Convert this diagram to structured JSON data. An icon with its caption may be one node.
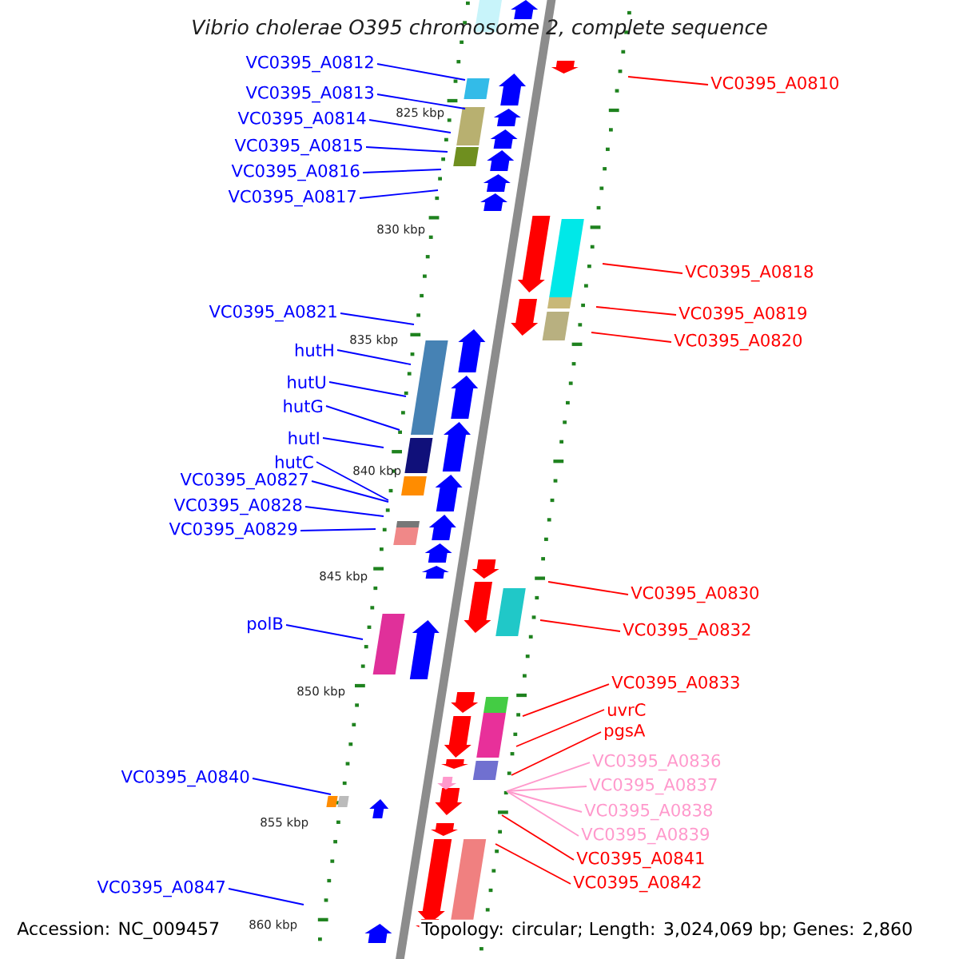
{
  "diagram": {
    "title": "Vibrio cholerae O395 chromosome 2, complete sequence",
    "nodes": [
      {
        "text": [
          "VC0395_A0812"
        ]
      },
      {
        "text": [
          "VC0395_A0813"
        ]
      },
      {
        "text": [
          "VC0395_A0814"
        ]
      },
      {
        "text": [
          "VC0395_A0815"
        ]
      },
      {
        "text": [
          "VC0395_A0816"
        ]
      },
      {
        "text": [
          "VC0395_A0817"
        ]
      },
      {
        "text": [
          "VC0395_A0821"
        ]
      },
      {
        "text": [
          "hutH"
        ]
      },
      {
        "text": [
          "hutU"
        ]
      },
      {
        "text": [
          "hutG"
        ]
      },
      {
        "text": [
          "hutI"
        ]
      },
      {
        "text": [
          "hutC"
        ]
      },
      {
        "text": [
          "VC0395_A0827"
        ]
      },
      {
        "text": [
          "VC0395_A0828"
        ]
      },
      {
        "text": [
          "VC0395_A0829"
        ]
      },
      {
        "text": [
          "polB"
        ]
      },
      {
        "text": [
          "VC0395_A0840"
        ]
      },
      {
        "text": [
          "VC0395_A0847"
        ]
      },
      {
        "text": [
          "VC0395_A0810"
        ]
      },
      {
        "text": [
          "VC0395_A0818"
        ]
      },
      {
        "text": [
          "VC0395_A0819"
        ]
      },
      {
        "text": [
          "VC0395_A0820"
        ]
      },
      {
        "text": [
          "VC0395_A0830"
        ]
      },
      {
        "text": [
          "VC0395_A0832"
        ]
      },
      {
        "text": [
          "VC0395_A0833"
        ]
      },
      {
        "text": [
          "uvrC"
        ]
      },
      {
        "text": [
          "pgsA"
        ]
      },
      {
        "text": [
          "VC0395_A0836"
        ]
      },
      {
        "text": [
          "VC0395_A0837"
        ]
      },
      {
        "text": [
          "VC0395_A0838"
        ]
      },
      {
        "text": [
          "VC0395_A0839"
        ]
      },
      {
        "text": [
          "VC0395_A0841"
        ]
      },
      {
        "text": [
          "VC0395_A0842"
        ]
      }
    ],
    "edges": [
      {
        "from": 0,
        "to": null,
        "arrow": "none"
      },
      {
        "from": 1,
        "to": null,
        "arrow": "none"
      },
      {
        "from": 2,
        "to": null,
        "arrow": "none"
      },
      {
        "from": 3,
        "to": null,
        "arrow": "none"
      },
      {
        "from": 4,
        "to": null,
        "arrow": "none"
      },
      {
        "from": 5,
        "to": null,
        "arrow": "none"
      },
      {
        "from": 6,
        "to": null,
        "arrow": "none"
      },
      {
        "from": 7,
        "to": null,
        "arrow": "none"
      },
      {
        "from": 8,
        "to": null,
        "arrow": "none"
      },
      {
        "from": 9,
        "to": null,
        "arrow": "none"
      },
      {
        "from": 10,
        "to": null,
        "arrow": "none"
      },
      {
        "from": 11,
        "to": null,
        "arrow": "none"
      },
      {
        "from": 12,
        "to": null,
        "arrow": "none"
      },
      {
        "from": 13,
        "to": null,
        "arrow": "none"
      },
      {
        "from": 14,
        "to": null,
        "arrow": "none"
      },
      {
        "from": 15,
        "to": null,
        "arrow": "none"
      },
      {
        "from": 16,
        "to": null,
        "arrow": "none"
      },
      {
        "from": 17,
        "to": null,
        "arrow": "none"
      },
      {
        "from": 18,
        "to": null,
        "arrow": "none",
        "color": "#ff0000"
      },
      {
        "from": 19,
        "to": null,
        "arrow": "none",
        "color": "#ff0000"
      },
      {
        "from": 20,
        "to": null,
        "arrow": "none",
        "color": "#ff0000"
      },
      {
        "from": 21,
        "to": null,
        "arrow": "none",
        "color": "#ff0000"
      },
      {
        "from": 22,
        "to": null,
        "arrow": "none",
        "color": "#ff0000"
      },
      {
        "from": 23,
        "to": null,
        "arrow": "none",
        "color": "#ff0000"
      },
      {
        "from": 24,
        "to": null,
        "arrow": "none",
        "color": "#ff0000"
      },
      {
        "from": 25,
        "to": null,
        "arrow": "none",
        "color": "#ff0000"
      },
      {
        "from": 26,
        "to": null,
        "arrow": "none",
        "color": "#ff0000"
      },
      {
        "from": 27,
        "to": null,
        "arrow": "none",
        "color": "#ff99cc"
      },
      {
        "from": 28,
        "to": null,
        "arrow": "none",
        "color": "#ff99cc"
      },
      {
        "from": 29,
        "to": null,
        "arrow": "none",
        "color": "#ff99cc"
      },
      {
        "from": 30,
        "to": null,
        "arrow": "none",
        "color": "#ff99cc"
      },
      {
        "from": 31,
        "to": null,
        "arrow": "none",
        "color": "#ff0000"
      },
      {
        "from": 32,
        "to": null,
        "arrow": "none",
        "color": "#ff0000"
      }
    ],
    "labels": [
      "825 kbp",
      "830 kbp",
      "835 kbp",
      "840 kbp",
      "845 kbp",
      "850 kbp",
      "855 kbp",
      "860 kbp",
      "Accession: NC_009457",
      "Topology: circular; Length: 3,024,069 bp; Genes: 2,860"
    ]
  }
}
